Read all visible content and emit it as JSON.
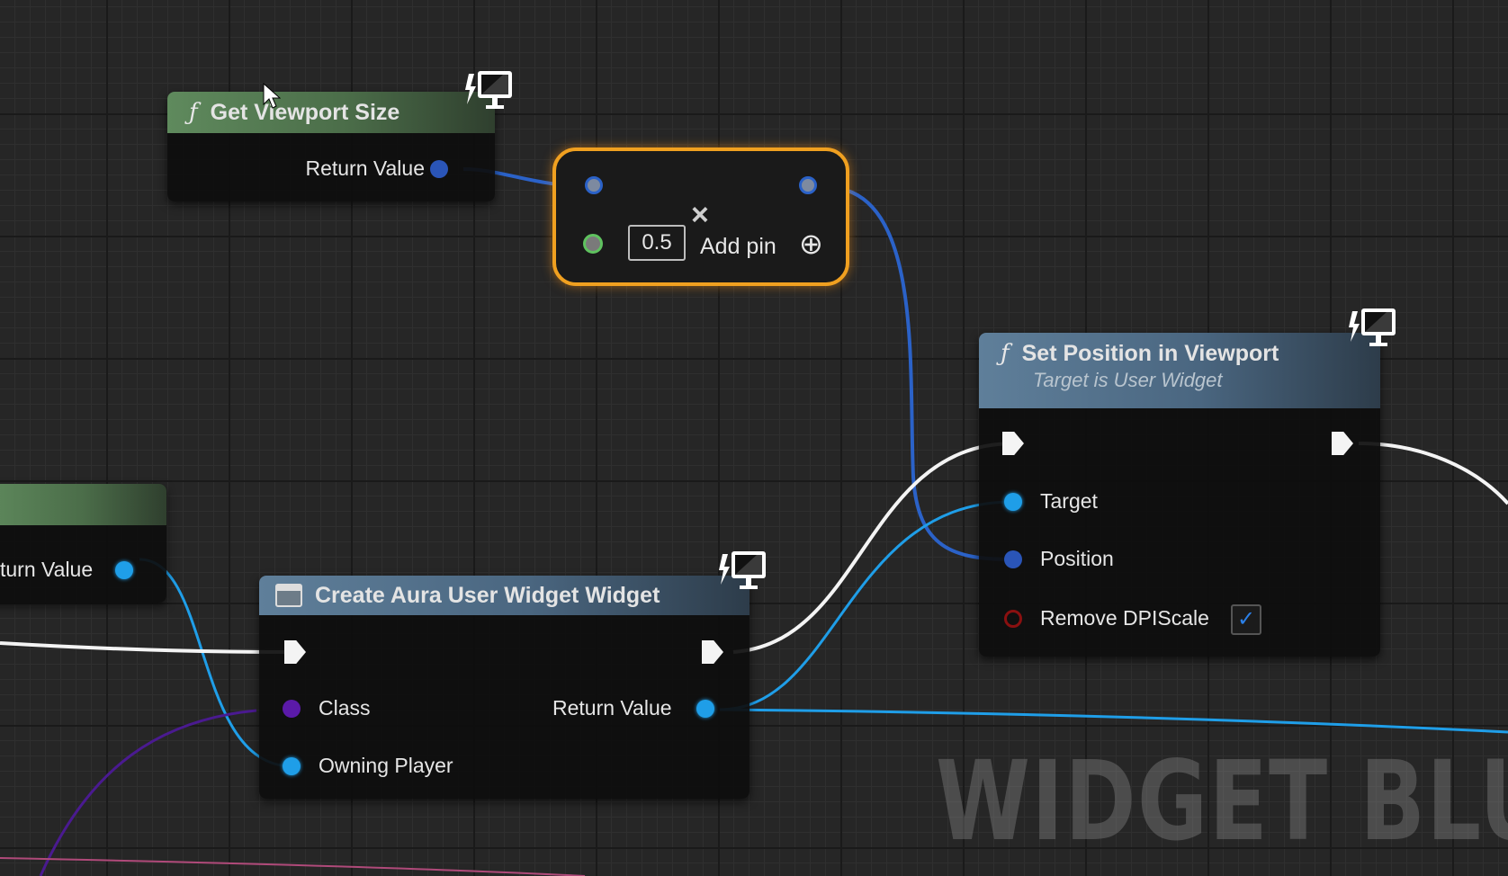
{
  "nodes": {
    "get_viewport_size": {
      "title": "Get Viewport Size",
      "icon": "function-icon",
      "outputs": [
        "Return Value"
      ]
    },
    "multiply": {
      "value": "0.5",
      "remove_symbol": "×",
      "add_pin_label": "Add pin",
      "add_pin_icon": "⊕"
    },
    "partial_left": {
      "output_label": "turn Value"
    },
    "create_widget": {
      "title": "Create Aura User Widget Widget",
      "icon": "widget-icon",
      "inputs": [
        "Class",
        "Owning Player"
      ],
      "outputs": [
        "Return Value"
      ]
    },
    "set_position": {
      "title": "Set Position in Viewport",
      "subtitle": "Target is User Widget",
      "icon": "function-icon",
      "inputs": [
        "Target",
        "Position",
        "Remove DPIScale"
      ],
      "remove_dpi_scale_checked": true,
      "check_mark": "✓"
    }
  },
  "watermark": "WIDGET BLU",
  "colors": {
    "vector_wire": "#2b62c8",
    "object_wire": "#1f9ee8",
    "exec_wire": "#f4f4f4",
    "class_wire": "#5b1aa8",
    "selection": "#f0a020"
  }
}
